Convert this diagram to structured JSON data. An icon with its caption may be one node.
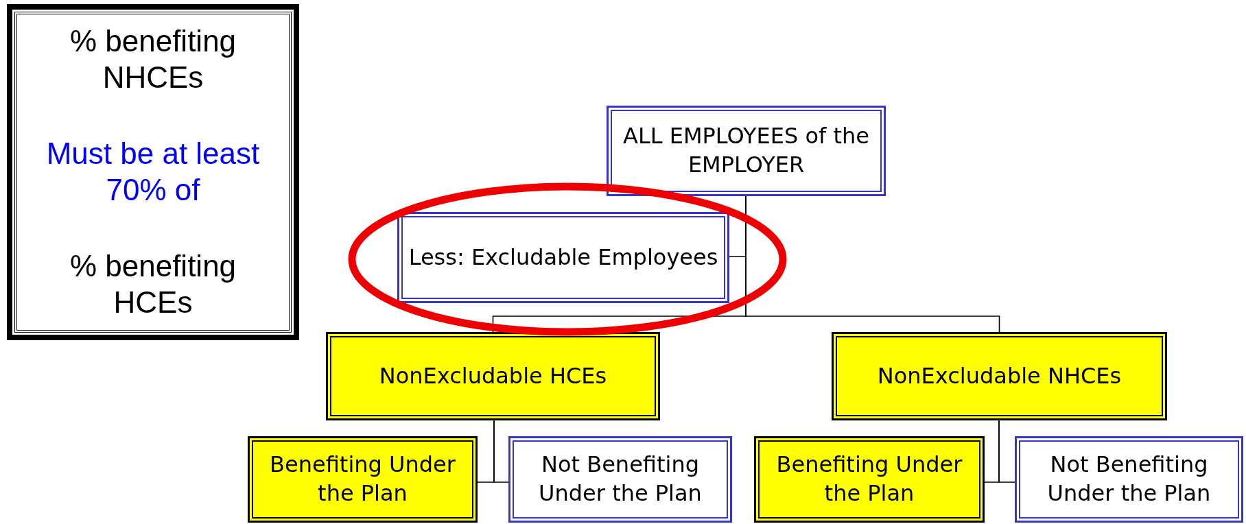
{
  "diagram": {
    "nodes": [
      {
        "text": [
          "% benefiting NHCEs",
          "Must be at least 70% of",
          "% benefiting HCEs"
        ]
      },
      {
        "text": [
          "ALL EMPLOYEES of the EMPLOYER"
        ]
      },
      {
        "text": [
          "Less: Excludable Employees"
        ]
      },
      {
        "text": [
          "NonExcludable HCEs"
        ]
      },
      {
        "text": [
          "NonExcludable NHCEs"
        ]
      },
      {
        "text": [
          "Benefiting Under the Plan"
        ]
      },
      {
        "text": [
          "Not Benefiting Under the Plan"
        ]
      },
      {
        "text": [
          "Benefiting Under the Plan"
        ]
      },
      {
        "text": [
          "Not Benefiting Under the Plan"
        ]
      }
    ],
    "edges": [
      {
        "from": 1,
        "to": 2,
        "arrow": "none"
      },
      {
        "from": 1,
        "to": 3,
        "arrow": "none"
      },
      {
        "from": 1,
        "to": 4,
        "arrow": "none"
      },
      {
        "from": 3,
        "to": 5,
        "arrow": "none"
      },
      {
        "from": 3,
        "to": 6,
        "arrow": "none"
      },
      {
        "from": 4,
        "to": 7,
        "arrow": "none"
      },
      {
        "from": 4,
        "to": 8,
        "arrow": "none"
      }
    ]
  }
}
